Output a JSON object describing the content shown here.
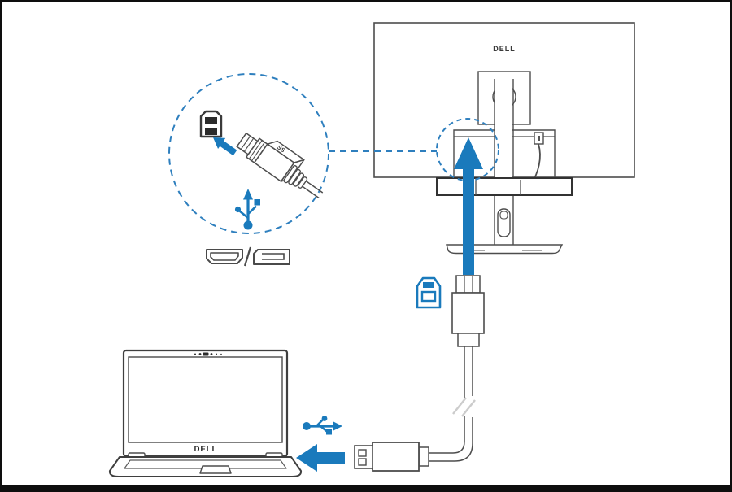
{
  "monitor": {
    "brand": "DELL"
  },
  "laptop": {
    "brand": "DELL"
  },
  "connector": {
    "superspeed_label": "SS"
  },
  "colors": {
    "accent_blue": "#1a7abc",
    "dashed_blue": "#2e7fbe",
    "line_gray": "#4d4d4d",
    "dark_gray": "#2f2f2f",
    "frame_black": "#0e0e0e",
    "break_gray": "#cccccc",
    "port_dark": "#2b2b2b"
  },
  "icons": [
    "usb-trident-vertical-icon",
    "usb-trident-horizontal-icon",
    "usb-b-port-icon",
    "usb-b-plug-3d-icon",
    "usb-b-plug-outline-icon",
    "hdmi-icon",
    "displayport-icon",
    "up-arrow-icon",
    "left-arrow-icon",
    "power-plug-icon"
  ]
}
